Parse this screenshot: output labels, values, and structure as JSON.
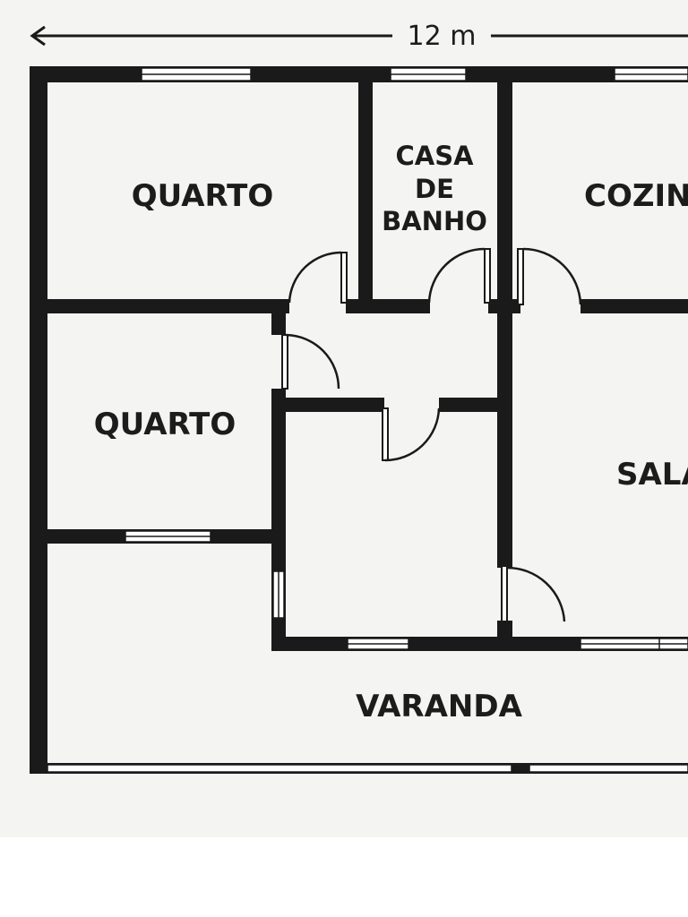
{
  "dimension": {
    "label": "12 m"
  },
  "rooms": {
    "quarto_1": "QUARTO",
    "casa_de_banho": [
      "CASA",
      "DE",
      "BANHO"
    ],
    "cozinha": "COZINHA",
    "quarto_2": "QUARTO",
    "sala": "SALA",
    "varanda": "VARANDA"
  },
  "colors": {
    "wall": "#1a1a1a",
    "background": "#f4f4f2",
    "page": "#ffffff"
  }
}
